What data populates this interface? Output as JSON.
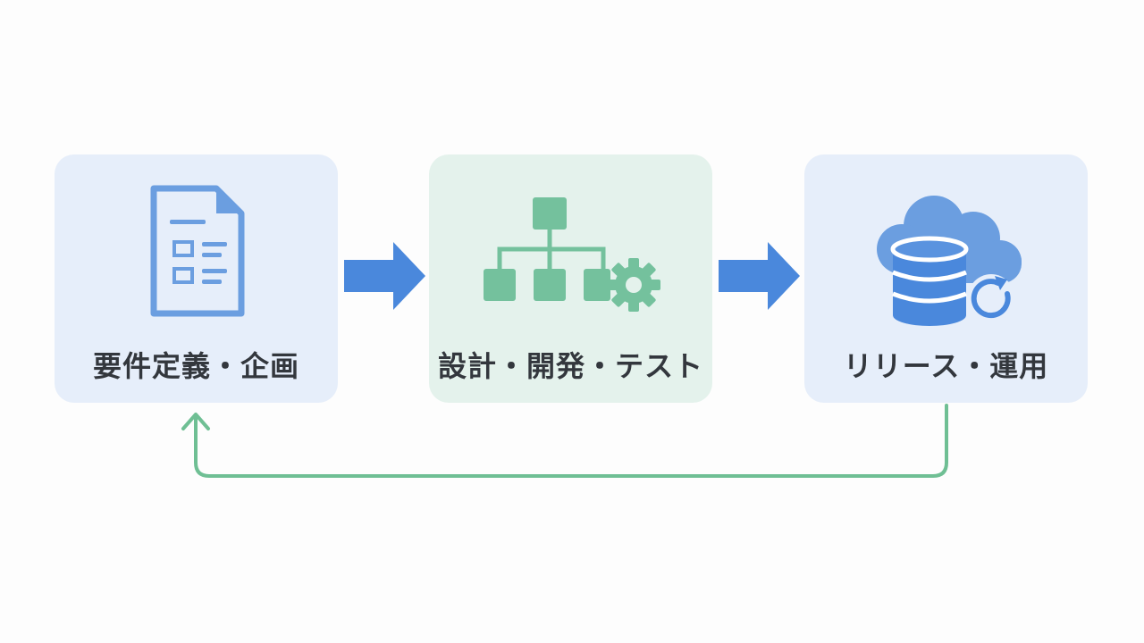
{
  "colors": {
    "blue_card_bg": "#e6eefa",
    "green_card_bg": "#e4f2ec",
    "blue_accent": "#4a88dc",
    "blue_icon": "#6b9ee0",
    "green_accent": "#6fbf94",
    "green_icon": "#74c19d",
    "text": "#33373d",
    "background": "#fdfdfd"
  },
  "steps": [
    {
      "label": "要件定義・企画",
      "icon": "document-icon",
      "theme": "blue"
    },
    {
      "label": "設計・開発・テスト",
      "icon": "hierarchy-gear-icon",
      "theme": "green"
    },
    {
      "label": "リリース・運用",
      "icon": "cloud-database-refresh-icon",
      "theme": "blue"
    }
  ],
  "connectors": [
    {
      "from": "要件定義・企画",
      "to": "設計・開発・テスト",
      "style": "solid-blue-arrow"
    },
    {
      "from": "設計・開発・テスト",
      "to": "リリース・運用",
      "style": "solid-blue-arrow"
    },
    {
      "from": "リリース・運用",
      "to": "要件定義・企画",
      "style": "green-feedback-loop"
    }
  ]
}
